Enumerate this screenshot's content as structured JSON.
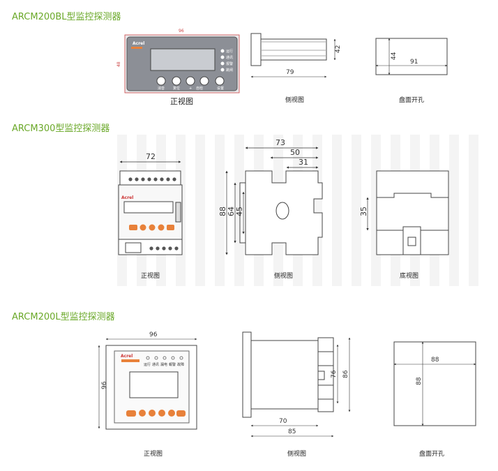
{
  "sections": [
    {
      "title": "ARCM200BL型监控探测器",
      "views": [
        "正视图",
        "侧视图",
        "盘面开孔"
      ],
      "front": {
        "width": "96",
        "height": "48",
        "brand": "Acrel",
        "leds": [
          "运行",
          "通讯",
          "报警",
          "跳闸"
        ],
        "buttons": [
          "消音",
          "复位",
          "+",
          "自检",
          "设置"
        ]
      },
      "side": {
        "depth": "79",
        "height": "42"
      },
      "cutout": {
        "width": "91",
        "height": "44"
      }
    },
    {
      "title": "ARCM300型监控探测器",
      "views": [
        "正视图",
        "侧视图",
        "底视图"
      ],
      "front": {
        "width": "72",
        "brand": "Acrel"
      },
      "side": {
        "d1": "73",
        "d2": "50",
        "d3": "31",
        "h1": "88",
        "h2": "64",
        "h3": "45"
      },
      "bottom": {
        "height": "35"
      }
    },
    {
      "title": "ARCM200L型监控探测器",
      "views": [
        "正视图",
        "侧视图",
        "盘面开孔"
      ],
      "front": {
        "width": "96",
        "height": "96",
        "brand": "Acrel",
        "leds": [
          "运行",
          "通讯",
          "漏电",
          "報警",
          "故障"
        ]
      },
      "side": {
        "d1": "70",
        "d2": "85",
        "h1": "76",
        "h2": "86"
      },
      "cutout": {
        "width": "88",
        "height": "88"
      }
    }
  ],
  "colors": {
    "title": "#6aa828",
    "accent_orange": "#e8813a",
    "panel_gray": "#8c8f96"
  }
}
